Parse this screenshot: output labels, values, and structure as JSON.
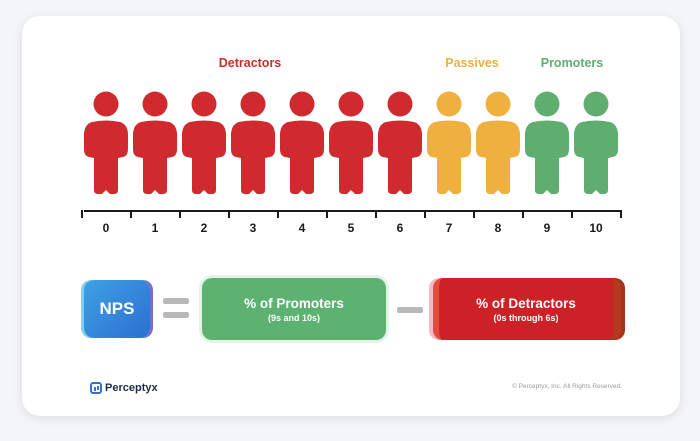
{
  "categories": {
    "detractors": {
      "label": "Detractors",
      "color": "#d12a2e"
    },
    "passives": {
      "label": "Passives",
      "color": "#f0b040"
    },
    "promoters": {
      "label": "Promoters",
      "color": "#5fae70"
    }
  },
  "people": [
    {
      "score": "0",
      "group": "detractors"
    },
    {
      "score": "1",
      "group": "detractors"
    },
    {
      "score": "2",
      "group": "detractors"
    },
    {
      "score": "3",
      "group": "detractors"
    },
    {
      "score": "4",
      "group": "detractors"
    },
    {
      "score": "5",
      "group": "detractors"
    },
    {
      "score": "6",
      "group": "detractors"
    },
    {
      "score": "7",
      "group": "passives"
    },
    {
      "score": "8",
      "group": "passives"
    },
    {
      "score": "9",
      "group": "promoters"
    },
    {
      "score": "10",
      "group": "promoters"
    }
  ],
  "formula": {
    "nps": "NPS",
    "promoters_main": "% of Promoters",
    "promoters_sub": "(9s and 10s)",
    "detractors_main": "% of Detractors",
    "detractors_sub": "(0s through 6s)"
  },
  "footer": {
    "brand": "Perceptyx",
    "copyright": "© Perceptyx, Inc. All Rights Reserved."
  }
}
